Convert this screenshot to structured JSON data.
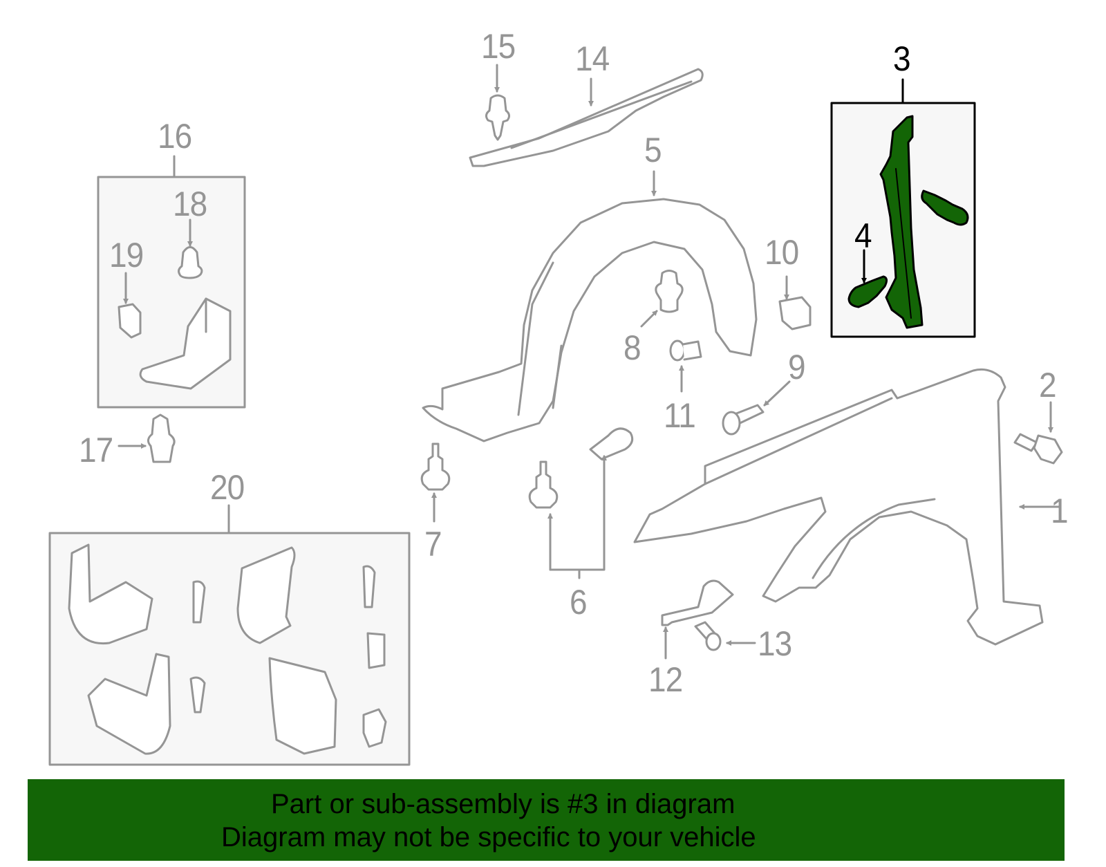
{
  "diagram": {
    "title": "Front fender assembly parts diagram",
    "highlight_color": "#136506",
    "line_color": "#959595",
    "box_fill": "#f7f7f7",
    "highlighted_part": "3",
    "callouts": [
      {
        "id": "1",
        "label": "1",
        "part": "fender-panel"
      },
      {
        "id": "2",
        "label": "2",
        "part": "fender-bolt"
      },
      {
        "id": "3",
        "label": "3",
        "part": "fender-bracket-assembly",
        "highlighted": true
      },
      {
        "id": "4",
        "label": "4",
        "part": "bracket-clip",
        "highlighted": true
      },
      {
        "id": "5",
        "label": "5",
        "part": "fender-liner"
      },
      {
        "id": "6",
        "label": "6",
        "part": "liner-screw"
      },
      {
        "id": "7",
        "label": "7",
        "part": "liner-screw"
      },
      {
        "id": "8",
        "label": "8",
        "part": "liner-clip"
      },
      {
        "id": "9",
        "label": "9",
        "part": "screw"
      },
      {
        "id": "10",
        "label": "10",
        "part": "clip-nut"
      },
      {
        "id": "11",
        "label": "11",
        "part": "grommet"
      },
      {
        "id": "12",
        "label": "12",
        "part": "bracket"
      },
      {
        "id": "13",
        "label": "13",
        "part": "bolt"
      },
      {
        "id": "14",
        "label": "14",
        "part": "fender-rail"
      },
      {
        "id": "15",
        "label": "15",
        "part": "clip"
      },
      {
        "id": "16",
        "label": "16",
        "part": "splash-guard-kit"
      },
      {
        "id": "17",
        "label": "17",
        "part": "clip"
      },
      {
        "id": "18",
        "label": "18",
        "part": "clip"
      },
      {
        "id": "19",
        "label": "19",
        "part": "clip-nut"
      },
      {
        "id": "20",
        "label": "20",
        "part": "mud-flap-kit"
      }
    ]
  },
  "banner": {
    "line1": "Part or sub-assembly is #3 in diagram",
    "line2": "Diagram may not be specific to your vehicle",
    "background": "#136506"
  }
}
